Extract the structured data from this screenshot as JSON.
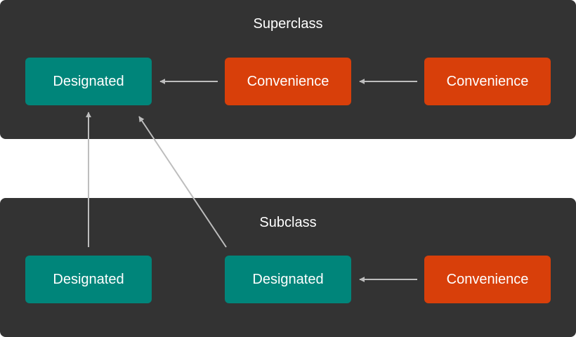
{
  "superclass": {
    "title": "Superclass",
    "nodes": [
      {
        "label": "Designated",
        "kind": "designated"
      },
      {
        "label": "Convenience",
        "kind": "convenience"
      },
      {
        "label": "Convenience",
        "kind": "convenience"
      }
    ]
  },
  "subclass": {
    "title": "Subclass",
    "nodes": [
      {
        "label": "Designated",
        "kind": "designated"
      },
      {
        "label": "Designated",
        "kind": "designated"
      },
      {
        "label": "Convenience",
        "kind": "convenience"
      }
    ]
  },
  "colors": {
    "panel": "#333333",
    "designated": "#00857a",
    "convenience": "#d83f0a",
    "arrow": "#bdbdbd",
    "text": "#ffffff"
  },
  "arrows": [
    {
      "from": "superclass.nodes.1",
      "to": "superclass.nodes.0"
    },
    {
      "from": "superclass.nodes.2",
      "to": "superclass.nodes.1"
    },
    {
      "from": "subclass.nodes.0",
      "to": "superclass.nodes.0"
    },
    {
      "from": "subclass.nodes.1",
      "to": "superclass.nodes.0"
    },
    {
      "from": "subclass.nodes.2",
      "to": "subclass.nodes.1"
    }
  ]
}
